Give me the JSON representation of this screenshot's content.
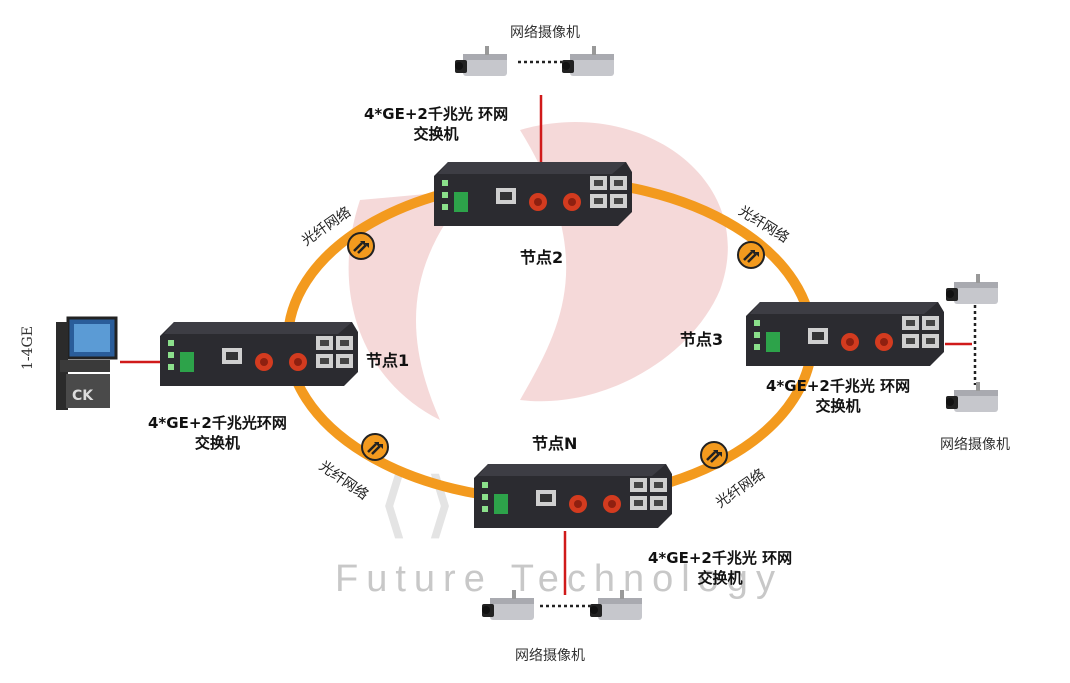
{
  "watermark": {
    "text": "Future Technology",
    "mark_color": "#f1c9c9"
  },
  "ring": {
    "color": "#f39a1e",
    "label": "光纤网络"
  },
  "fiber_labels": [
    "光纤网络",
    "光纤网络",
    "光纤网络",
    "光纤网络"
  ],
  "switch_label": {
    "line1": "4*GE+2千兆光 环网",
    "line1_alt": "4*GE+2千兆光环网",
    "line2": "交换机"
  },
  "nodes": [
    {
      "id": "node1",
      "label": "节点1"
    },
    {
      "id": "node2",
      "label": "节点2"
    },
    {
      "id": "node3",
      "label": "节点3"
    },
    {
      "id": "nodeN",
      "label": "节点N"
    }
  ],
  "camera_group_label": "网络摄像机",
  "computer": {
    "label": "1-4GE",
    "logo": "CK"
  },
  "colors": {
    "link": "#d01a1a",
    "device": "#26262b",
    "port": "#c8c8c8",
    "fiber_port": "#d33b1f"
  }
}
